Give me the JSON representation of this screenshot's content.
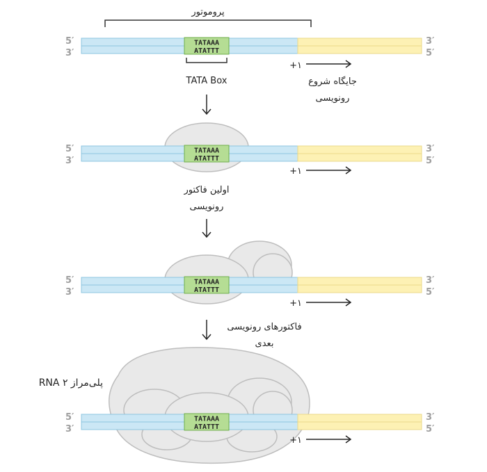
{
  "labels": {
    "promoter": "پروموتور",
    "tata_box": "TATA Box",
    "start_site_line1": "جایگاه شروع",
    "start_site_line2": "رونویسی",
    "first_factor_line1": "اولین فاکتور",
    "first_factor_line2": "رونویسی",
    "next_factors_line1": "فاکتورهای رونویسی",
    "next_factors_line2": "بعدی",
    "rna_pol": "RNA پلی‌مراز ۲",
    "plus_one": "+۱"
  },
  "dna": {
    "end_5": "5′",
    "end_3": "3′",
    "tata_top": "TATAAA",
    "tata_bottom": "ATATTT",
    "colors": {
      "promoter_strand": "#cbe7f5",
      "gene_strand": "#fdf1b4",
      "tata_box": "#b5dd94"
    }
  }
}
